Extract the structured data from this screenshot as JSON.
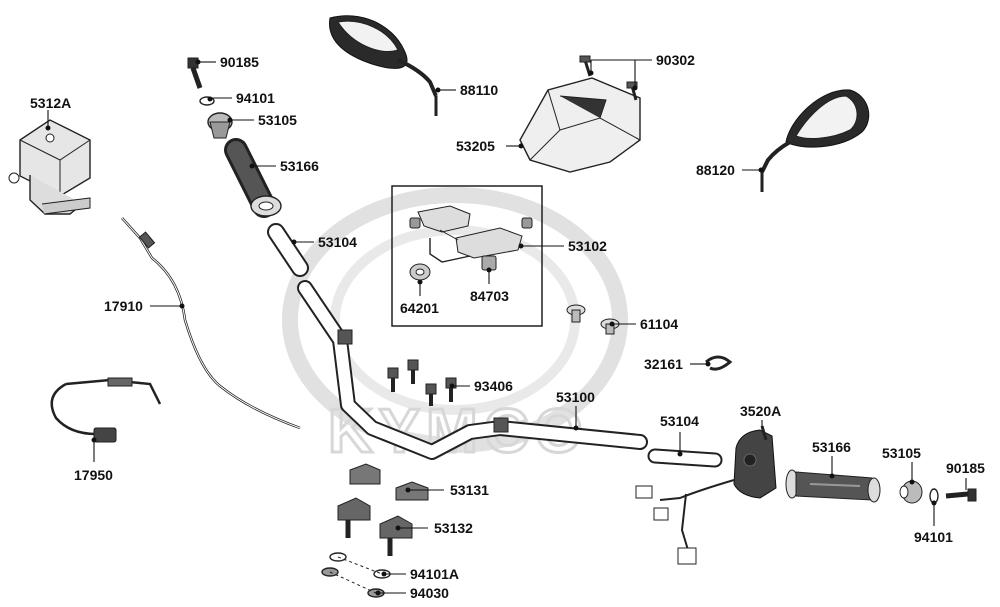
{
  "watermark": {
    "brand": "KYMCO"
  },
  "parts": {
    "p5312A": "5312A",
    "p90185_top": "90185",
    "p94101_top": "94101",
    "p53105_top": "53105",
    "p53166_top": "53166",
    "p53104_top": "53104",
    "p88110": "88110",
    "p90302": "90302",
    "p53205": "53205",
    "p88120": "88120",
    "p53102": "53102",
    "p64201": "64201",
    "p84703": "84703",
    "p61104": "61104",
    "p17910": "17910",
    "p32161": "32161",
    "p93406": "93406",
    "p53100": "53100",
    "p53104_bot": "53104",
    "p3520A": "3520A",
    "p53166_bot": "53166",
    "p53105_bot": "53105",
    "p90185_bot": "90185",
    "p94101_bot": "94101",
    "p17950": "17950",
    "p53131": "53131",
    "p53132": "53132",
    "p94101A": "94101A",
    "p94030": "94030"
  }
}
